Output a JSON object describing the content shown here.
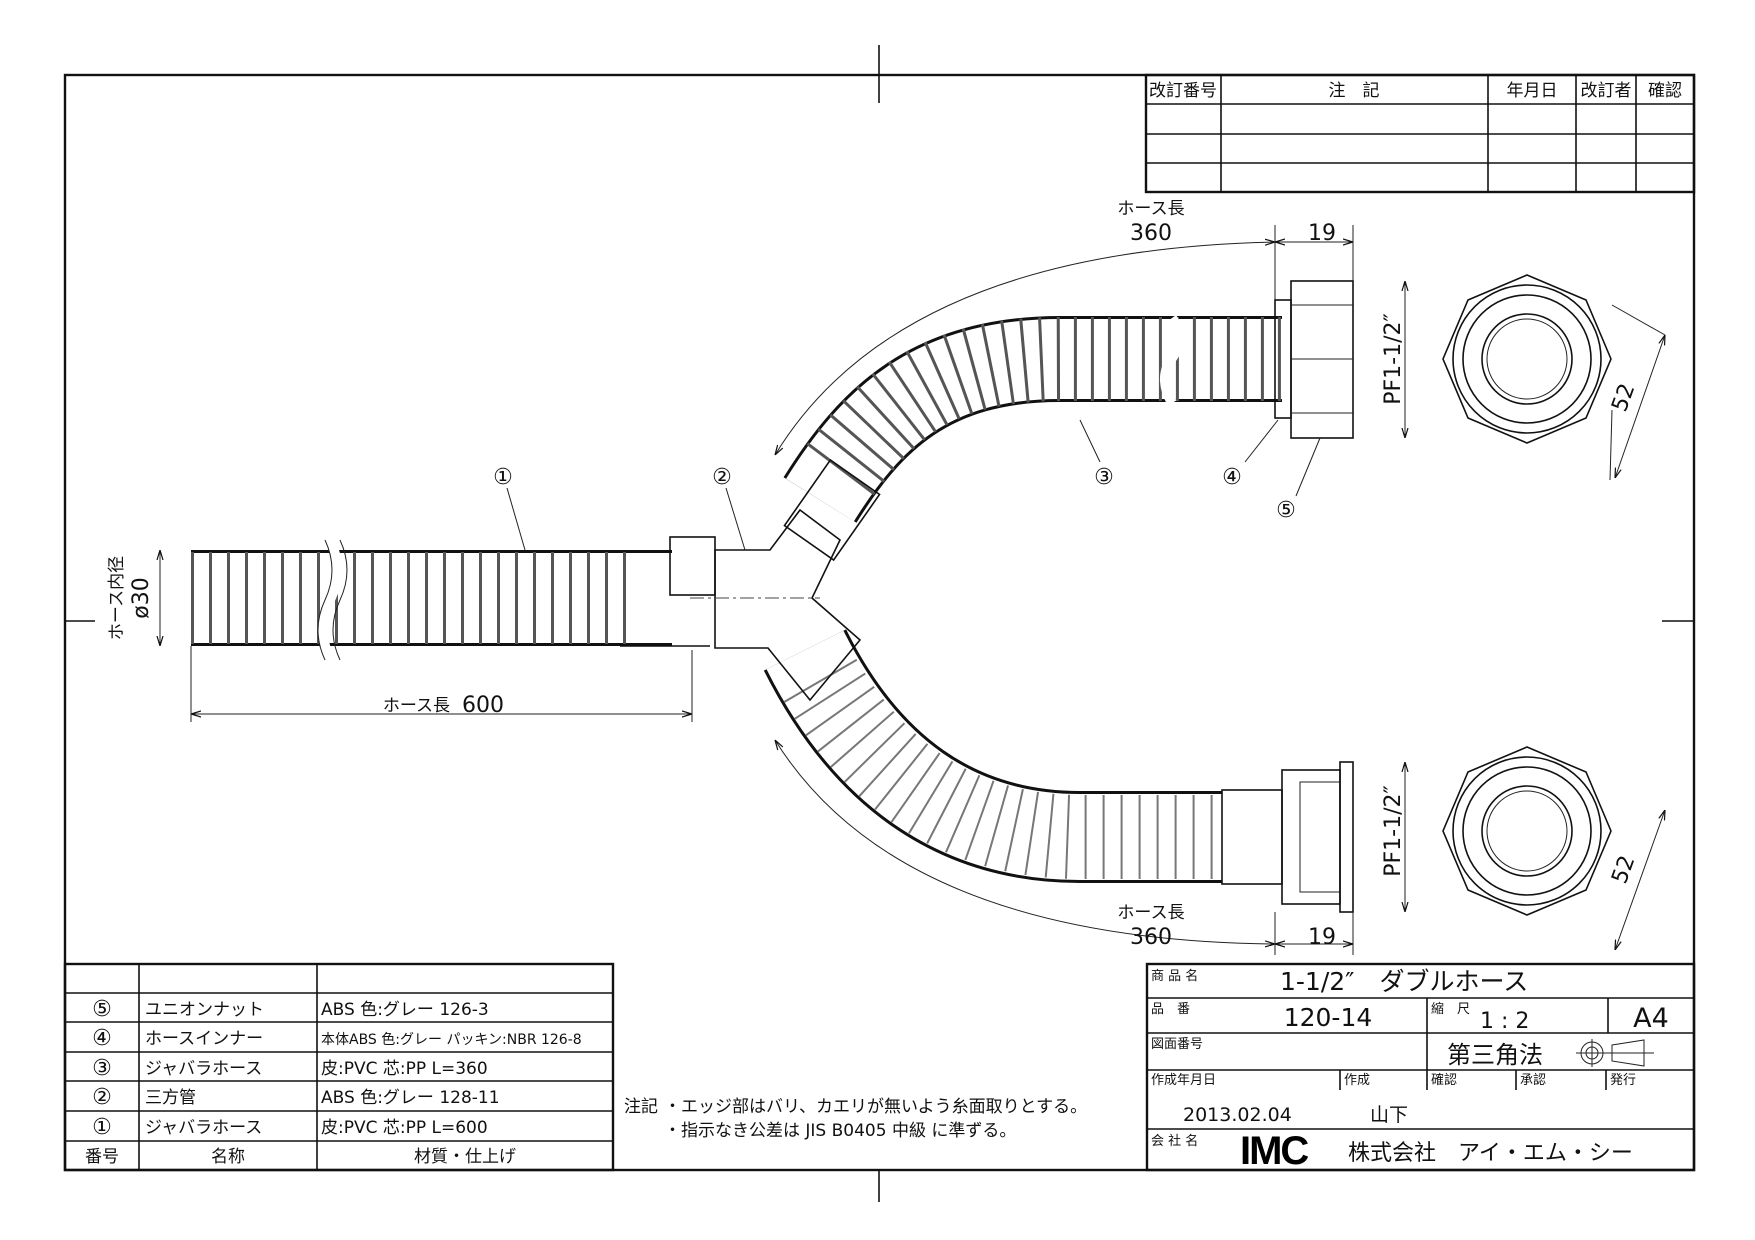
{
  "revision_table": {
    "headers": [
      "改訂番号",
      "注　記",
      "年月日",
      "改訂者",
      "確認"
    ]
  },
  "dimensions": {
    "hose_length_label": "ホース長",
    "upper_hose_length": "360",
    "lower_hose_length": "360",
    "straight_hose_length": "600",
    "upper_nut_width": "19",
    "lower_nut_width": "19",
    "upper_thread": "PF1-1/2″",
    "lower_thread": "PF1-1/2″",
    "upper_hex": "52",
    "lower_hex": "52",
    "inner_dia_label": "ホース内径",
    "inner_dia_value": "ø30"
  },
  "balloons": [
    "①",
    "②",
    "③",
    "④",
    "⑤"
  ],
  "parts_table": {
    "rows": [
      {
        "no": "⑤",
        "name": "ユニオンナット",
        "material": "ABS 色:グレー 126-3"
      },
      {
        "no": "④",
        "name": "ホースインナー",
        "material": "本体ABS 色:グレー パッキン:NBR 126-8"
      },
      {
        "no": "③",
        "name": "ジャバラホース",
        "material": "皮:PVC 芯:PP L=360"
      },
      {
        "no": "②",
        "name": "三方管",
        "material": "ABS 色:グレー 128-11"
      },
      {
        "no": "①",
        "name": "ジャバラホース",
        "material": "皮:PVC 芯:PP L=600"
      }
    ],
    "headers": {
      "no": "番号",
      "name": "名称",
      "material": "材質・仕上げ"
    }
  },
  "notes": {
    "label": "注記",
    "lines": [
      "・エッジ部はバリ、カエリが無いよう糸面取りとする。",
      "・指示なき公差は JIS B0405 中級 に準ずる。"
    ]
  },
  "title_block": {
    "product_name_label": "商 品 名",
    "product_name": "1-1/2″　ダブルホース",
    "part_no_label": "品　番",
    "part_no": "120-14",
    "scale_label": "縮　尺",
    "scale": "1 : 2",
    "paper_size": "A4",
    "drawing_no_label": "図面番号",
    "projection": "第三角法",
    "date_label": "作成年月日",
    "author_label": "作成",
    "check_label": "確認",
    "approve_label": "承認",
    "issue_label": "発行",
    "date": "2013.02.04",
    "author": "山下",
    "company_label": "会 社 名",
    "company_logo": "IMC",
    "company_name": "株式会社　アイ・エム・シー"
  }
}
